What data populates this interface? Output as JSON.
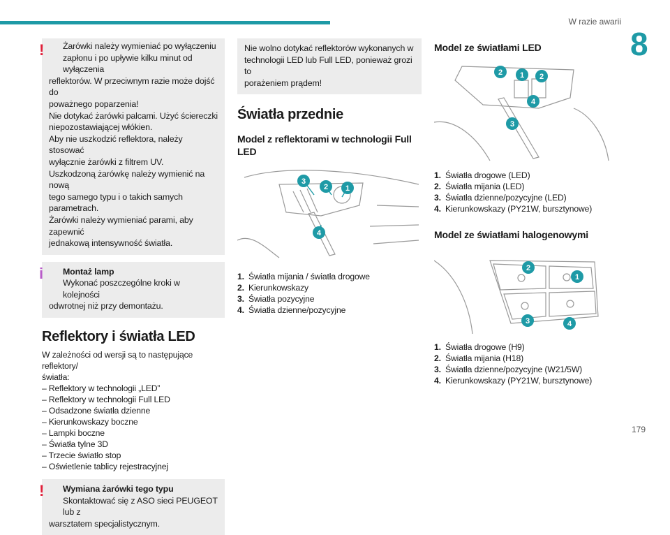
{
  "header": {
    "section": "W razie awarii",
    "chapter": "8",
    "page": "179"
  },
  "col1": {
    "warn1_lines": [
      "Żarówki należy wymieniać po wyłączeniu",
      "zapłonu i po upływie kilku minut od wyłączenia",
      "reflektorów. W przeciwnym razie może dojść do",
      "poważnego poparzenia!",
      "Nie dotykać żarówki palcami. Użyć ściereczki",
      "niepozostawiającej włókien.",
      "Aby nie uszkodzić reflektora, należy stosować",
      "wyłącznie żarówki z filtrem UV.",
      "Uszkodzoną żarówkę należy wymienić na nową",
      "tego samego typu i o takich samych parametrach.",
      "Żarówki należy wymieniać parami, aby zapewnić",
      "jednakową intensywność światła."
    ],
    "info_title": "Montaż lamp",
    "info_lines": [
      "Wykonać poszczególne kroki w kolejności",
      "odwrotnej niż przy demontażu."
    ],
    "heading": "Reflektory i światła LED",
    "intro_lines": [
      "W zależności od wersji są to następujące reflektory/",
      "światła:"
    ],
    "list": [
      "Reflektory w technologii „LED”",
      "Reflektory w technologii Full LED",
      "Odsadzone światła dzienne",
      "Kierunkowskazy boczne",
      "Lampki boczne",
      "Światła tylne 3D",
      "Trzecie światło stop",
      "Oświetlenie tablicy rejestracyjnej"
    ],
    "warn2_title": "Wymiana żarówki tego typu",
    "warn2_lines": [
      "Skontaktować się z ASO sieci PEUGEOT lub z",
      "warsztatem specjalistycznym."
    ]
  },
  "col2": {
    "note_lines": [
      "Nie wolno dotykać reflektorów wykonanych w",
      "technologii LED lub Full LED, ponieważ grozi to",
      "porażeniem prądem!"
    ],
    "heading": "Światła przednie",
    "sub_lines": [
      "Model z reflektorami w technologii Full",
      "LED"
    ],
    "callouts": [
      "3",
      "2",
      "1",
      "4"
    ],
    "list": [
      {
        "n": "1.",
        "t": "Światła mijania / światła drogowe"
      },
      {
        "n": "2.",
        "t": "Kierunkowskazy"
      },
      {
        "n": "3.",
        "t": "Światła pozycyjne"
      },
      {
        "n": "4.",
        "t": "Światła dzienne/pozycyjne"
      }
    ]
  },
  "col3": {
    "sub1": "Model ze światłami LED",
    "callouts1": [
      "2",
      "1",
      "2",
      "4",
      "3"
    ],
    "list1": [
      {
        "n": "1.",
        "t": "Światła drogowe (LED)"
      },
      {
        "n": "2.",
        "t": "Światła mijania (LED)"
      },
      {
        "n": "3.",
        "t": "Światła dzienne/pozycyjne (LED)"
      },
      {
        "n": "4.",
        "t": "Kierunkowskazy (PY21W, bursztynowe)"
      }
    ],
    "sub2": "Model ze światłami halogenowymi",
    "callouts2": [
      "2",
      "1",
      "3",
      "4"
    ],
    "list2": [
      {
        "n": "1.",
        "t": "Światła drogowe (H9)"
      },
      {
        "n": "2.",
        "t": "Światła mijania (H18)"
      },
      {
        "n": "3.",
        "t": "Światła dzienne/pozycyjne (W21/5W)"
      },
      {
        "n": "4.",
        "t": "Kierunkowskazy (PY21W, bursztynowe)"
      }
    ]
  },
  "colors": {
    "accent": "#1e9aa6",
    "warning": "#e0203a",
    "info": "#b85cc8"
  }
}
